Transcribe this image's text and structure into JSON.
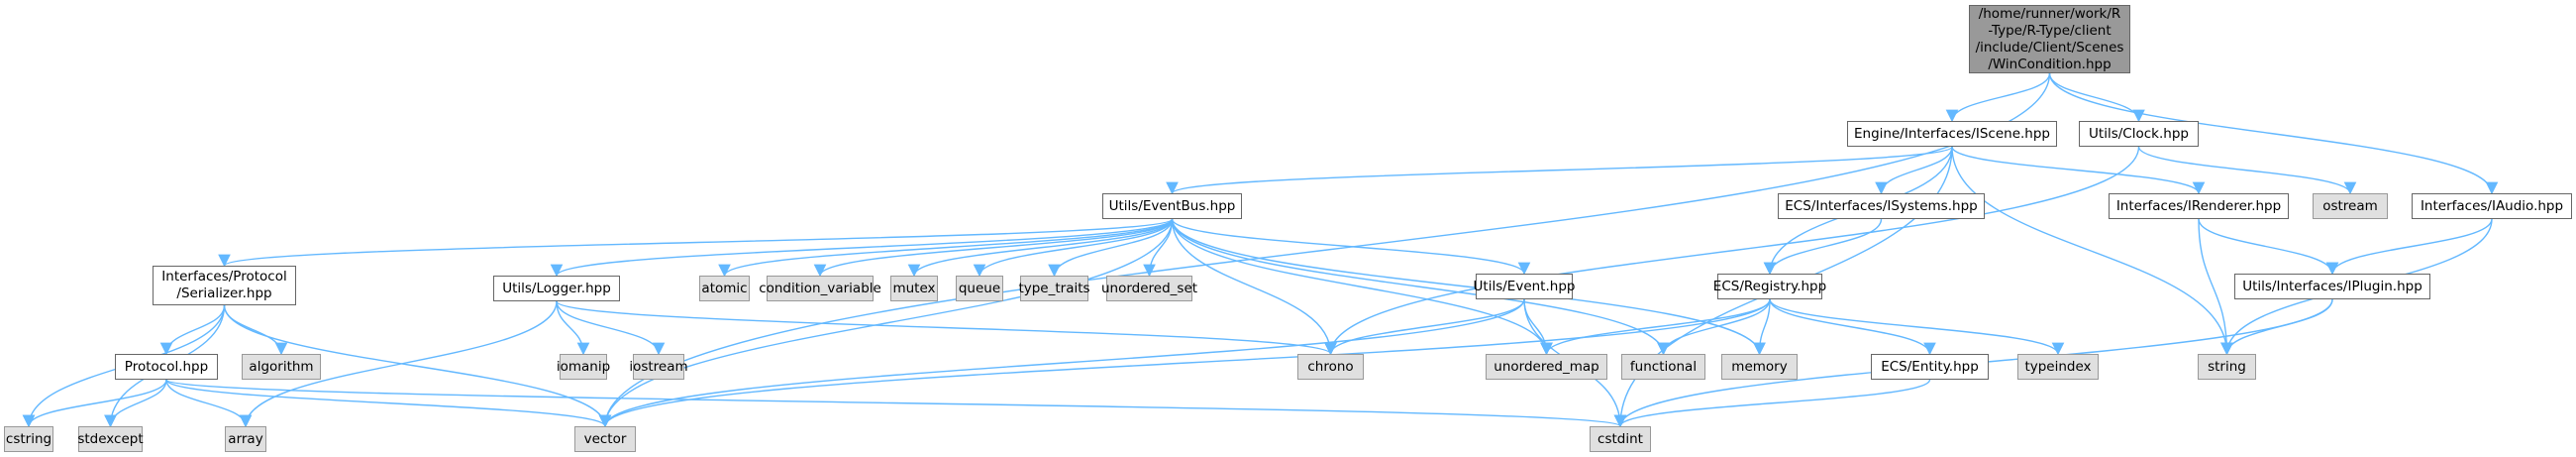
{
  "diagram": {
    "type": "include-dependency-graph",
    "edge_color": "#63b8ff",
    "colors": {
      "root_fill": "#999999",
      "header_fill": "#ffffff",
      "system_fill": "#e0e0e0",
      "border": "#666666",
      "system_border": "#999999"
    },
    "nodes": [
      {
        "id": "root",
        "label": "/home/runner/work/R\n-Type/R-Type/client\n/include/Client/Scenes\n/WinCondition.hpp",
        "kind": "root"
      },
      {
        "id": "iscene",
        "label": "Engine/Interfaces/IScene.hpp",
        "kind": "header"
      },
      {
        "id": "clock",
        "label": "Utils/Clock.hpp",
        "kind": "header"
      },
      {
        "id": "iaudio",
        "label": "Interfaces/IAudio.hpp",
        "kind": "header"
      },
      {
        "id": "eventbus",
        "label": "Utils/EventBus.hpp",
        "kind": "header"
      },
      {
        "id": "isystems",
        "label": "ECS/Interfaces/ISystems.hpp",
        "kind": "header"
      },
      {
        "id": "irenderer",
        "label": "Interfaces/IRenderer.hpp",
        "kind": "header"
      },
      {
        "id": "ostream",
        "label": "ostream",
        "kind": "system"
      },
      {
        "id": "serializer",
        "label": "Interfaces/Protocol\n/Serializer.hpp",
        "kind": "header"
      },
      {
        "id": "logger",
        "label": "Utils/Logger.hpp",
        "kind": "header"
      },
      {
        "id": "atomic",
        "label": "atomic",
        "kind": "system"
      },
      {
        "id": "condvar",
        "label": "condition_variable",
        "kind": "system"
      },
      {
        "id": "mutex",
        "label": "mutex",
        "kind": "system"
      },
      {
        "id": "queue",
        "label": "queue",
        "kind": "system"
      },
      {
        "id": "typetraits",
        "label": "type_traits",
        "kind": "system"
      },
      {
        "id": "unordset",
        "label": "unordered_set",
        "kind": "system"
      },
      {
        "id": "event",
        "label": "Utils/Event.hpp",
        "kind": "header"
      },
      {
        "id": "registry",
        "label": "ECS/Registry.hpp",
        "kind": "header"
      },
      {
        "id": "iplugin",
        "label": "Utils/Interfaces/IPlugin.hpp",
        "kind": "header"
      },
      {
        "id": "protocol",
        "label": "Protocol.hpp",
        "kind": "header"
      },
      {
        "id": "algorithm",
        "label": "algorithm",
        "kind": "system"
      },
      {
        "id": "iomanip",
        "label": "iomanip",
        "kind": "system"
      },
      {
        "id": "iostream",
        "label": "iostream",
        "kind": "system"
      },
      {
        "id": "chrono",
        "label": "chrono",
        "kind": "system"
      },
      {
        "id": "unordmap",
        "label": "unordered_map",
        "kind": "system"
      },
      {
        "id": "functional",
        "label": "functional",
        "kind": "system"
      },
      {
        "id": "memory",
        "label": "memory",
        "kind": "system"
      },
      {
        "id": "entity",
        "label": "ECS/Entity.hpp",
        "kind": "header"
      },
      {
        "id": "typeindex",
        "label": "typeindex",
        "kind": "system"
      },
      {
        "id": "string",
        "label": "string",
        "kind": "system"
      },
      {
        "id": "cstring",
        "label": "cstring",
        "kind": "system"
      },
      {
        "id": "stdexcept",
        "label": "stdexcept",
        "kind": "system"
      },
      {
        "id": "array",
        "label": "array",
        "kind": "system"
      },
      {
        "id": "vector",
        "label": "vector",
        "kind": "system"
      },
      {
        "id": "cstdint",
        "label": "cstdint",
        "kind": "system"
      }
    ],
    "edges": [
      [
        "root",
        "iscene"
      ],
      [
        "root",
        "clock"
      ],
      [
        "root",
        "iaudio"
      ],
      [
        "root",
        "vector"
      ],
      [
        "iscene",
        "eventbus"
      ],
      [
        "iscene",
        "isystems"
      ],
      [
        "iscene",
        "irenderer"
      ],
      [
        "iscene",
        "registry"
      ],
      [
        "iscene",
        "string"
      ],
      [
        "iscene",
        "cstdint"
      ],
      [
        "clock",
        "chrono"
      ],
      [
        "clock",
        "ostream"
      ],
      [
        "iaudio",
        "iplugin"
      ],
      [
        "iaudio",
        "string"
      ],
      [
        "eventbus",
        "serializer"
      ],
      [
        "eventbus",
        "logger"
      ],
      [
        "eventbus",
        "atomic"
      ],
      [
        "eventbus",
        "condvar"
      ],
      [
        "eventbus",
        "mutex"
      ],
      [
        "eventbus",
        "queue"
      ],
      [
        "eventbus",
        "typetraits"
      ],
      [
        "eventbus",
        "unordset"
      ],
      [
        "eventbus",
        "event"
      ],
      [
        "eventbus",
        "chrono"
      ],
      [
        "eventbus",
        "unordmap"
      ],
      [
        "eventbus",
        "functional"
      ],
      [
        "eventbus",
        "memory"
      ],
      [
        "eventbus",
        "vector"
      ],
      [
        "isystems",
        "registry"
      ],
      [
        "irenderer",
        "iplugin"
      ],
      [
        "irenderer",
        "string"
      ],
      [
        "serializer",
        "protocol"
      ],
      [
        "serializer",
        "algorithm"
      ],
      [
        "serializer",
        "cstring"
      ],
      [
        "serializer",
        "stdexcept"
      ],
      [
        "serializer",
        "vector"
      ],
      [
        "logger",
        "iomanip"
      ],
      [
        "logger",
        "iostream"
      ],
      [
        "logger",
        "chrono"
      ],
      [
        "logger",
        "array"
      ],
      [
        "event",
        "chrono"
      ],
      [
        "event",
        "unordmap"
      ],
      [
        "event",
        "vector"
      ],
      [
        "event",
        "cstdint"
      ],
      [
        "registry",
        "unordmap"
      ],
      [
        "registry",
        "functional"
      ],
      [
        "registry",
        "memory"
      ],
      [
        "registry",
        "entity"
      ],
      [
        "registry",
        "typeindex"
      ],
      [
        "registry",
        "vector"
      ],
      [
        "iplugin",
        "string"
      ],
      [
        "iplugin",
        "cstdint"
      ],
      [
        "protocol",
        "cstring"
      ],
      [
        "protocol",
        "stdexcept"
      ],
      [
        "protocol",
        "array"
      ],
      [
        "protocol",
        "vector"
      ],
      [
        "protocol",
        "cstdint"
      ],
      [
        "entity",
        "cstdint"
      ]
    ]
  }
}
